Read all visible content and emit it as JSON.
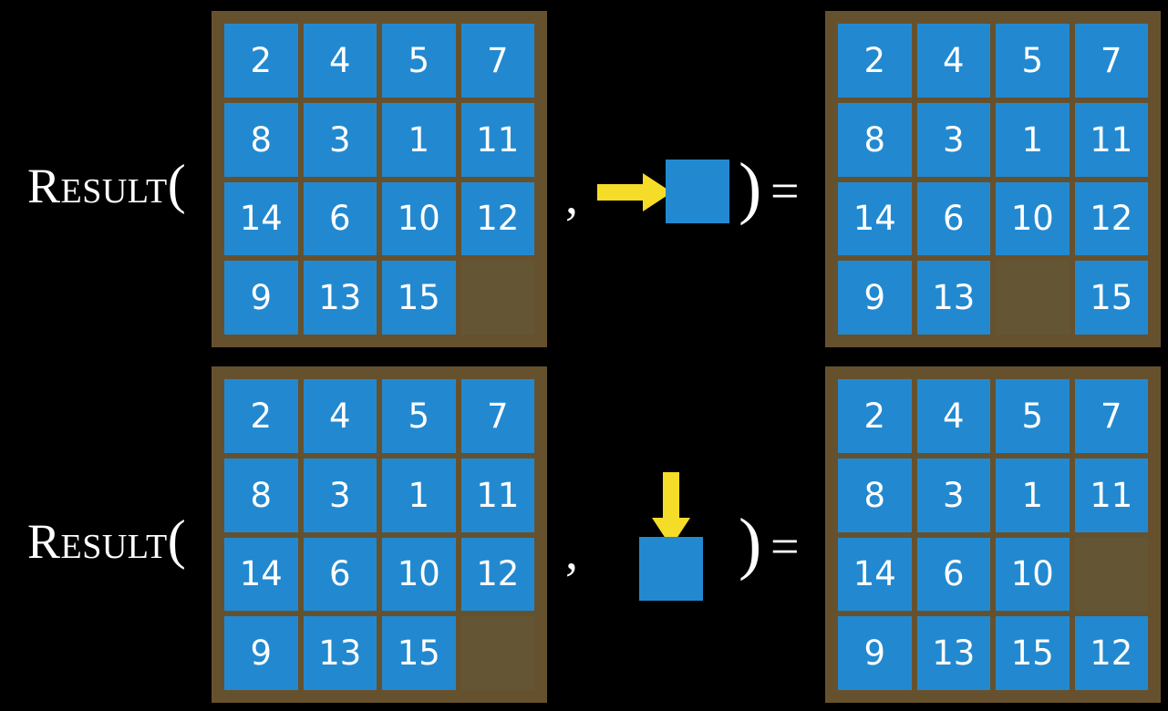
{
  "colors": {
    "background": "#000000",
    "tile": "#2289d0",
    "board_frame": "#66512e",
    "empty_cell": "#645634",
    "arrow": "#f5dc28",
    "text": "#ffffff"
  },
  "rows": [
    {
      "id": "row-1",
      "label": {
        "word": "Result",
        "open_paren": "(",
        "comma": ",",
        "close_paren": ")",
        "equals": "="
      },
      "input_board": {
        "name": "input-board-top",
        "cells": [
          "2",
          "4",
          "5",
          "7",
          "8",
          "3",
          "1",
          "11",
          "14",
          "6",
          "10",
          "12",
          "9",
          "13",
          "15",
          ""
        ],
        "blank_index": 15
      },
      "action": {
        "name": "move-right",
        "arrow_direction": "right",
        "arrow_icon": "arrow-right-icon",
        "tile_icon": "blank-tile-icon"
      },
      "output_board": {
        "name": "output-board-top",
        "cells": [
          "2",
          "4",
          "5",
          "7",
          "8",
          "3",
          "1",
          "11",
          "14",
          "6",
          "10",
          "12",
          "9",
          "13",
          "",
          "15"
        ],
        "blank_index": 14
      }
    },
    {
      "id": "row-2",
      "label": {
        "word": "Result",
        "open_paren": "(",
        "comma": ",",
        "close_paren": ")",
        "equals": "="
      },
      "input_board": {
        "name": "input-board-bottom",
        "cells": [
          "2",
          "4",
          "5",
          "7",
          "8",
          "3",
          "1",
          "11",
          "14",
          "6",
          "10",
          "12",
          "9",
          "13",
          "15",
          ""
        ],
        "blank_index": 15
      },
      "action": {
        "name": "move-down",
        "arrow_direction": "down",
        "arrow_icon": "arrow-down-icon",
        "tile_icon": "blank-tile-icon"
      },
      "output_board": {
        "name": "output-board-bottom",
        "cells": [
          "2",
          "4",
          "5",
          "7",
          "8",
          "3",
          "1",
          "11",
          "14",
          "6",
          "10",
          "",
          "9",
          "13",
          "15",
          "12"
        ],
        "blank_index": 11
      }
    }
  ]
}
